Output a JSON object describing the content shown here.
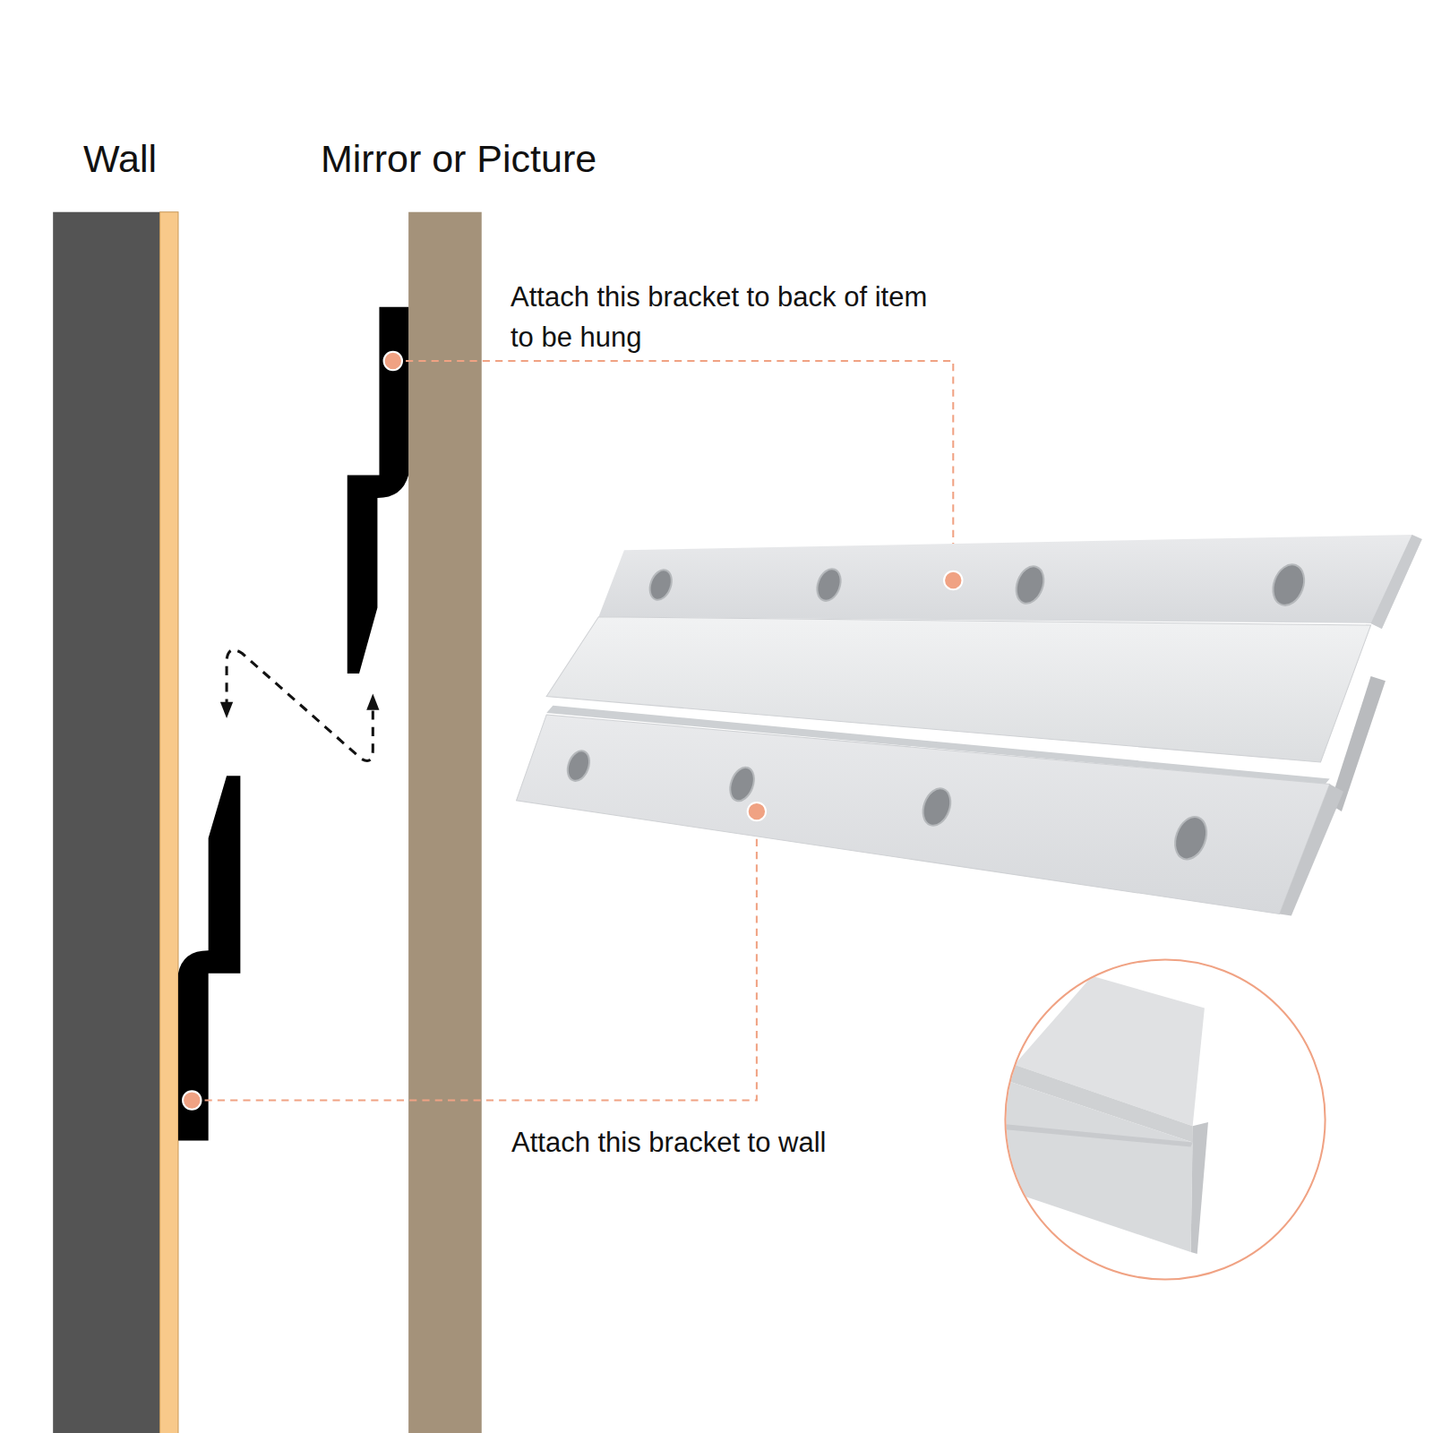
{
  "diagram": {
    "labels": [
      "Wall",
      "Mirror or Picture",
      "Attach this bracket to back of item to be hung",
      "Attach this bracket to wall"
    ]
  }
}
